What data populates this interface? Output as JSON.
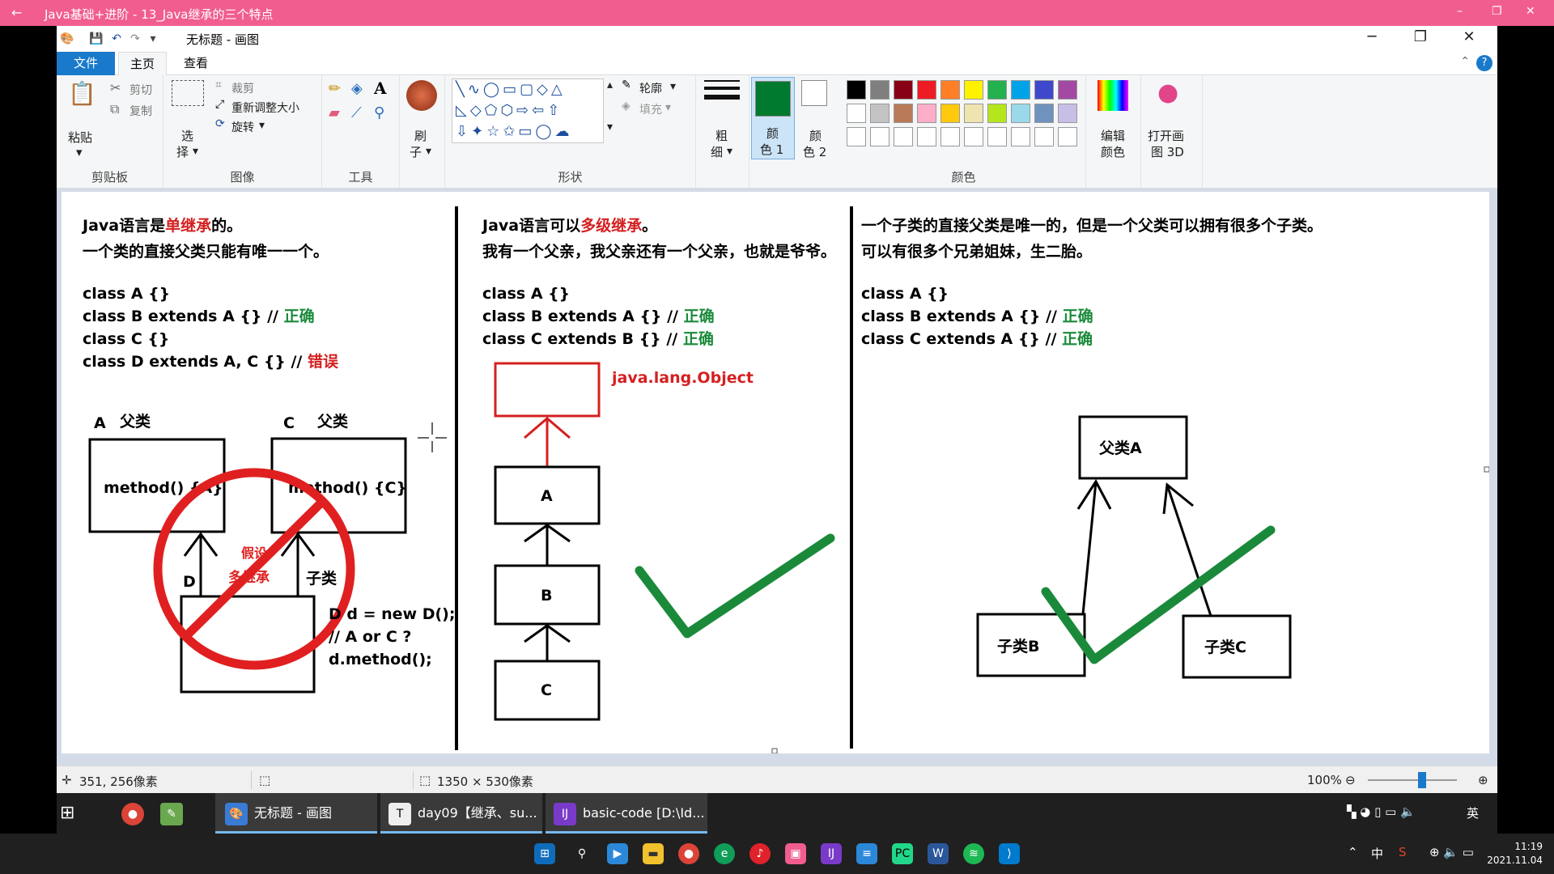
{
  "player": {
    "back": "←",
    "title": "Java基础+进阶 - 13_Java继承的三个特点",
    "min": "–",
    "restore": "❐",
    "close": "✕"
  },
  "window": {
    "title": "无标题 - 画图"
  },
  "tabs": {
    "file": "文件",
    "home": "主页",
    "view": "查看"
  },
  "ribbon": {
    "clipboard": {
      "paste": "粘贴",
      "cut": "剪切",
      "copy": "复制",
      "label": "剪贴板"
    },
    "image": {
      "select_1": "选",
      "select_2": "择",
      "crop": "裁剪",
      "resize": "重新调整大小",
      "rotate": "旋转",
      "label": "图像"
    },
    "tools": {
      "label": "工具"
    },
    "brush": {
      "line1": "刷",
      "line2": "子"
    },
    "shapes": {
      "outline": "轮廓",
      "fill": "填充",
      "label": "形状"
    },
    "size": {
      "line1": "粗",
      "line2": "细"
    },
    "color1": {
      "line1": "颜",
      "line2": "色 1"
    },
    "color2": {
      "line1": "颜",
      "line2": "色 2"
    },
    "edit_colors": {
      "line1": "编辑",
      "line2": "颜色"
    },
    "paint3d": {
      "line1": "打开画",
      "line2": "图 3D"
    },
    "colors_label": "颜色",
    "color1_value": "#007a2e",
    "palette_row1": [
      "#000000",
      "#7f7f7f",
      "#880015",
      "#ed1c24",
      "#ff7f27",
      "#fff200",
      "#22b14c",
      "#00a2e8",
      "#3f48cc",
      "#a349a4"
    ],
    "palette_row2": [
      "#ffffff",
      "#c3c3c3",
      "#b97a57",
      "#ffaec9",
      "#ffc90e",
      "#efe4b0",
      "#b5e61d",
      "#99d9ea",
      "#7092be",
      "#c8bfe7"
    ]
  },
  "canvas": {
    "col1": {
      "line1_a": "Java语言是",
      "line1_b": "单继承",
      "line1_c": "的。",
      "line2": "一个类的直接父类只能有唯一一个。",
      "code1": "class A {}",
      "code2": "class B extends A {} //",
      "code2_c": "正确",
      "code3": "class C {}",
      "code4": "class D extends A, C {} //",
      "code4_c": "错误",
      "labelA": "A",
      "parent1": "父类",
      "labelC": "C",
      "parent2": "父类",
      "methodA": "method() {A}",
      "methodC": "method() {C}",
      "labelD": "D",
      "child": "子类",
      "assume": "假设",
      "multi": "多继承",
      "dcode1": "D d = new D();",
      "dcode2": "// A or C ?",
      "dcode3": "d.method();"
    },
    "col2": {
      "line1_a": "Java语言可以",
      "line1_b": "多级继承",
      "line1_c": "。",
      "line2": "我有一个父亲，我父亲还有一个父亲，也就是爷爷。",
      "code1": "class A {}",
      "code2": "class B extends A {} //",
      "code2_c": "正确",
      "code3": "class C extends B {} //",
      "code3_c": "正确",
      "object": "java.lang.Object",
      "boxA": "A",
      "boxB": "B",
      "boxC": "C"
    },
    "col3": {
      "line1": "一个子类的直接父类是唯一的，但是一个父类可以拥有很多个子类。",
      "line2": "可以有很多个兄弟姐妹，生二胎。",
      "code1": "class A {}",
      "code2": "class B extends A {} //",
      "code2_c": "正确",
      "code3": "class C extends A {} //",
      "code3_c": "正确",
      "parentA": "父类A",
      "childB": "子类B",
      "childC": "子类C"
    }
  },
  "status": {
    "cursor": "351, 256像素",
    "size": "1350 × 530像素",
    "zoom": "100%"
  },
  "taskbar": {
    "paint": "无标题 - 画图",
    "typora": "day09【继承、su...",
    "idea": "basic-code [D:\\Id...",
    "tray_lang": "英",
    "ime": "中",
    "time": "11:19",
    "date": "2021.11.04"
  }
}
